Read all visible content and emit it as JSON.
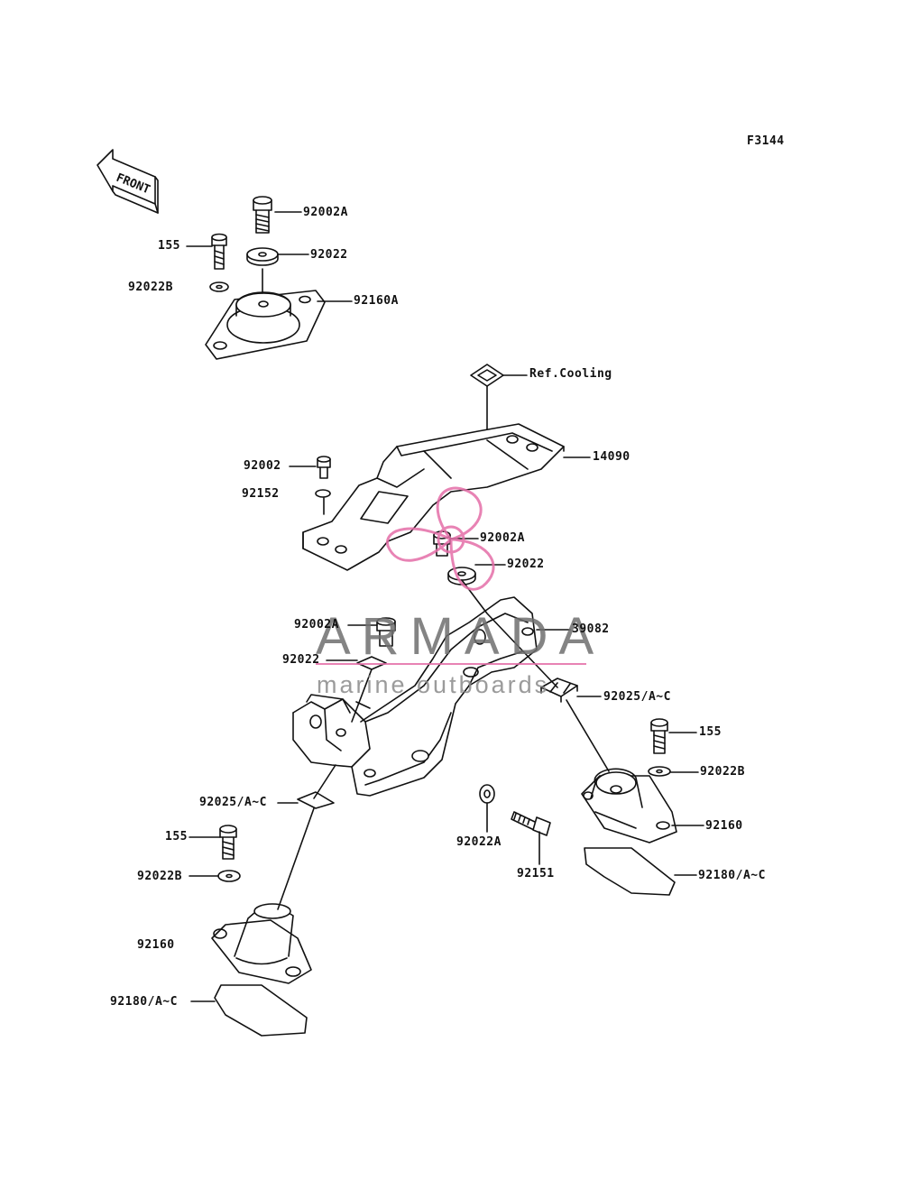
{
  "figure_code": "F3144",
  "front_label": "FRONT",
  "watermark": {
    "title": "ARMADA",
    "subtitle": "marine outboards",
    "color": "#e46ea8"
  },
  "callouts": {
    "c1": "92002A",
    "c2": "155",
    "c3": "92022",
    "c4": "92022B",
    "c5": "92160A",
    "c6": "Ref.Cooling",
    "c7": "14090",
    "c8": "92002",
    "c9": "92152",
    "c10": "92002A",
    "c11": "92022",
    "c12": "92002A",
    "c13": "39082",
    "c14": "92022",
    "c15": "92025/A~C",
    "c16": "155",
    "c17": "92022B",
    "c18": "92160",
    "c19": "92025/A~C",
    "c20": "92180/A~C",
    "c21": "155",
    "c22": "92022A",
    "c23": "92151",
    "c24": "92022B",
    "c25": "92160",
    "c26": "92180/A~C"
  }
}
